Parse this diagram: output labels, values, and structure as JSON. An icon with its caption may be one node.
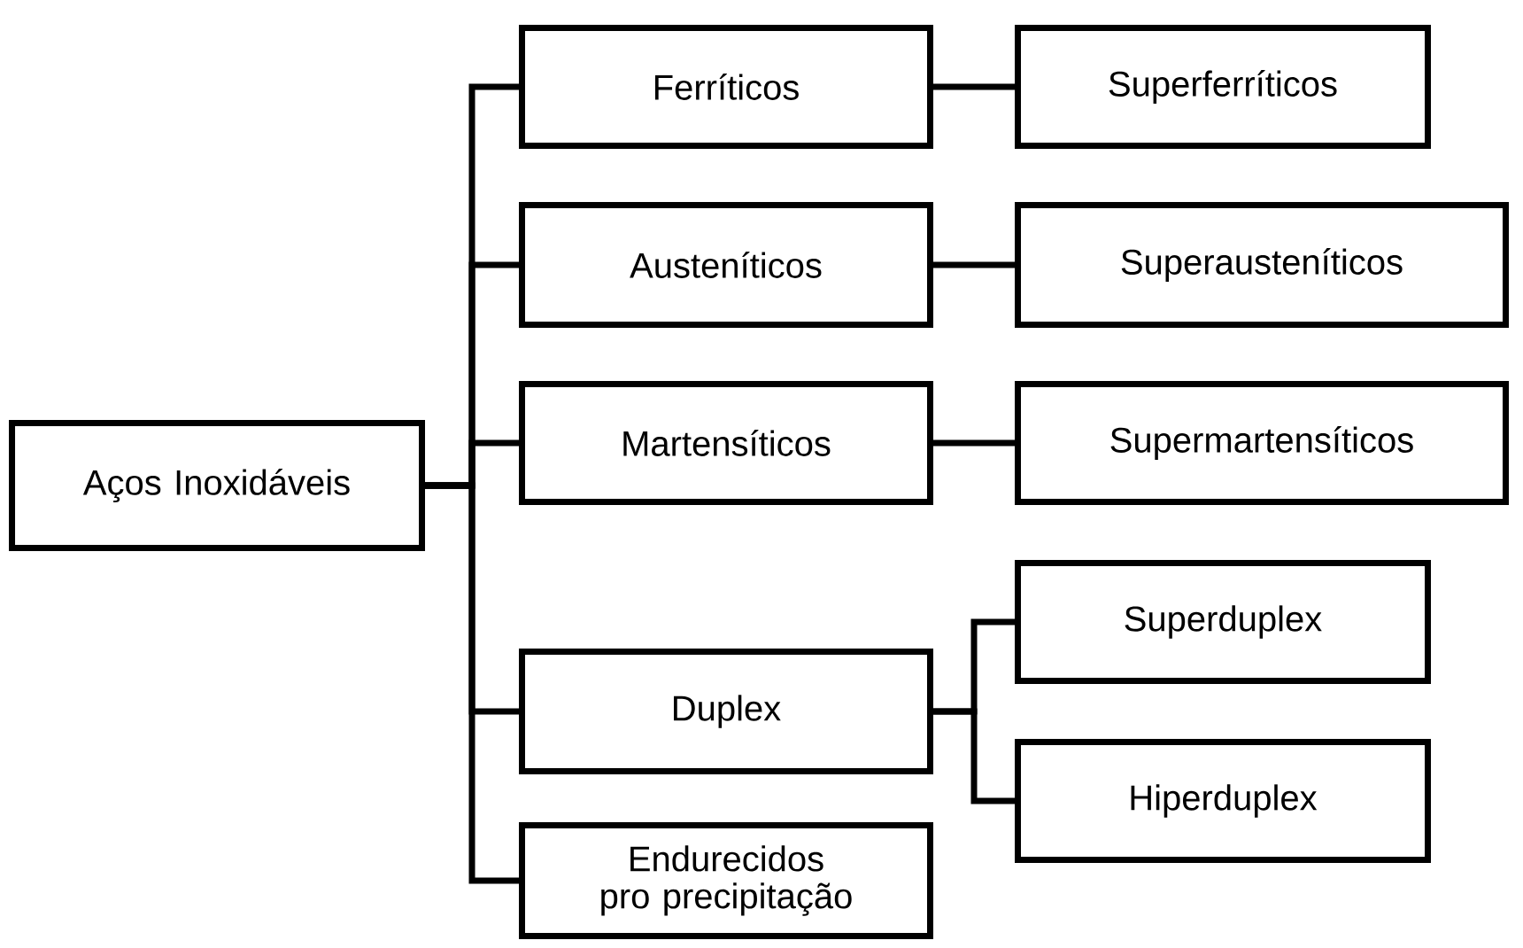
{
  "diagram": {
    "nodes": [
      {
        "text": [
          "Aços Inoxidáveis"
        ]
      },
      {
        "text": [
          "Ferríticos"
        ]
      },
      {
        "text": [
          "Superferríticos"
        ]
      },
      {
        "text": [
          "Austeníticos"
        ]
      },
      {
        "text": [
          "Superausteníticos"
        ]
      },
      {
        "text": [
          "Martensíticos"
        ]
      },
      {
        "text": [
          "Supermartensíticos"
        ]
      },
      {
        "text": [
          "Duplex"
        ]
      },
      {
        "text": [
          "Superduplex"
        ]
      },
      {
        "text": [
          "Hiperduplex"
        ]
      },
      {
        "text": [
          "Endurecidos pro precipitação"
        ]
      }
    ],
    "edges": [
      {
        "from": 0,
        "to": 1,
        "arrow": "none"
      },
      {
        "from": 0,
        "to": 3,
        "arrow": "none"
      },
      {
        "from": 0,
        "to": 5,
        "arrow": "none"
      },
      {
        "from": 0,
        "to": 7,
        "arrow": "none"
      },
      {
        "from": 0,
        "to": 10,
        "arrow": "none"
      },
      {
        "from": 1,
        "to": 2,
        "arrow": "none"
      },
      {
        "from": 3,
        "to": 4,
        "arrow": "none"
      },
      {
        "from": 5,
        "to": 6,
        "arrow": "none"
      },
      {
        "from": 7,
        "to": 8,
        "arrow": "none"
      },
      {
        "from": 7,
        "to": 9,
        "arrow": "none"
      }
    ]
  }
}
